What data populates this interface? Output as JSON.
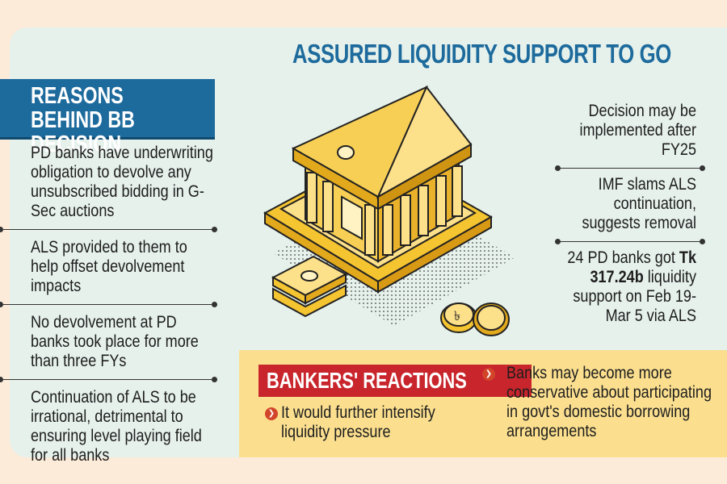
{
  "title": "ASSURED LIQUIDITY SUPPORT TO GO",
  "reasons_heading": "REASONS BEHIND BB DECISION",
  "reasons": [
    "PD banks have underwriting obligation to devolve any unsubscribed bidding in G-Sec auctions",
    "ALS provided to them to help offset devolvement impacts",
    "No devolvement at PD banks took place for more than three FYs",
    "Continuation of ALS to be irrational, detrimental to ensuring level playing field for all banks"
  ],
  "notes": [
    "Decision may be implemented after FY25",
    "IMF slams ALS continuation, suggests removal"
  ],
  "note3": {
    "prefix": "24 PD banks got",
    "amount": "Tk 317.24b",
    "suffix": "liquidity support on Feb 19-Mar 5 via ALS"
  },
  "reactions_heading": "BANKERS' REACTIONS",
  "reactions": [
    "It would further intensify liquidity pressure",
    "Banks may become more conservative about participating in govt's domestic borrowing arrangements"
  ],
  "coin_symbol": "৳",
  "colors": {
    "title": "#1d6a9c",
    "tab": "#1d6a9c",
    "reaction_tag": "#c8262c",
    "reactions_bg": "#fbdf8f",
    "card": "#e6f1ec",
    "page": "#fcebd9",
    "gold": "#f5c431"
  }
}
